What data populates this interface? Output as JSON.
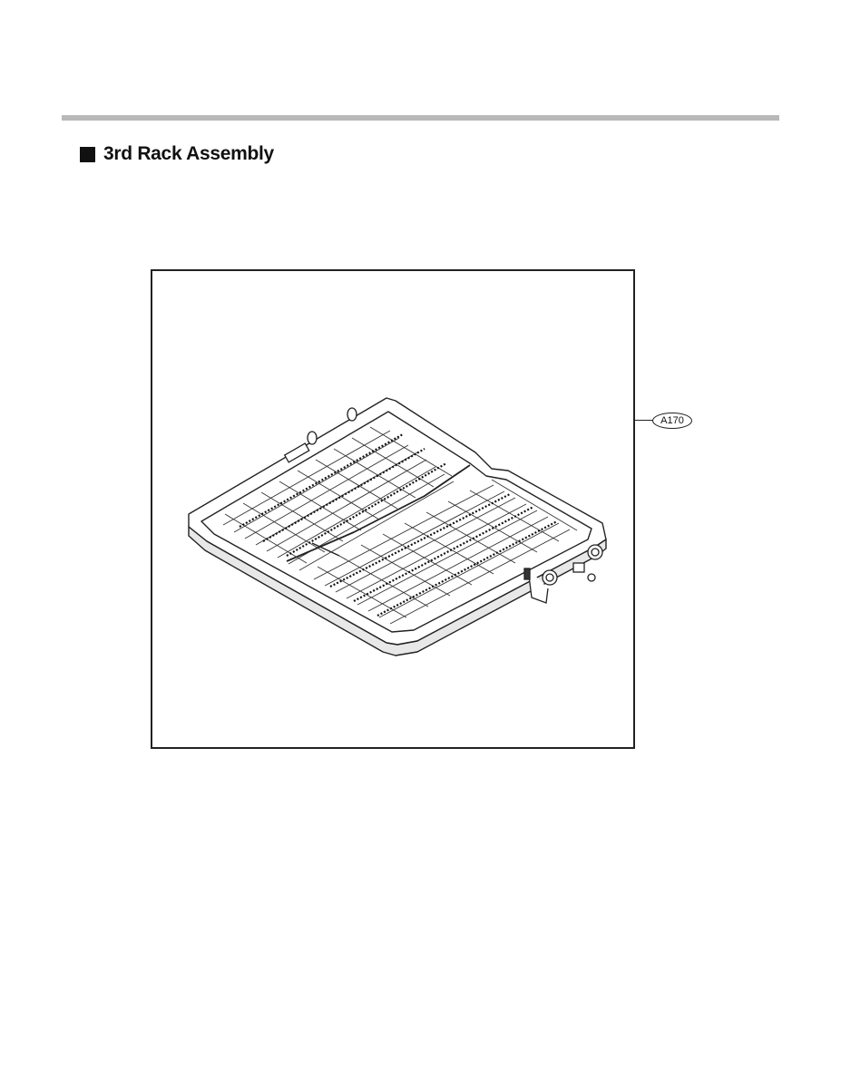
{
  "section": {
    "title": "3rd Rack Assembly",
    "bullet_icon": "filled-square-icon"
  },
  "diagram": {
    "subject": "rack-assembly-illustration",
    "callouts": [
      {
        "label": "A170"
      }
    ]
  },
  "colors": {
    "rule": "#b9b9b9",
    "ink": "#111111"
  }
}
